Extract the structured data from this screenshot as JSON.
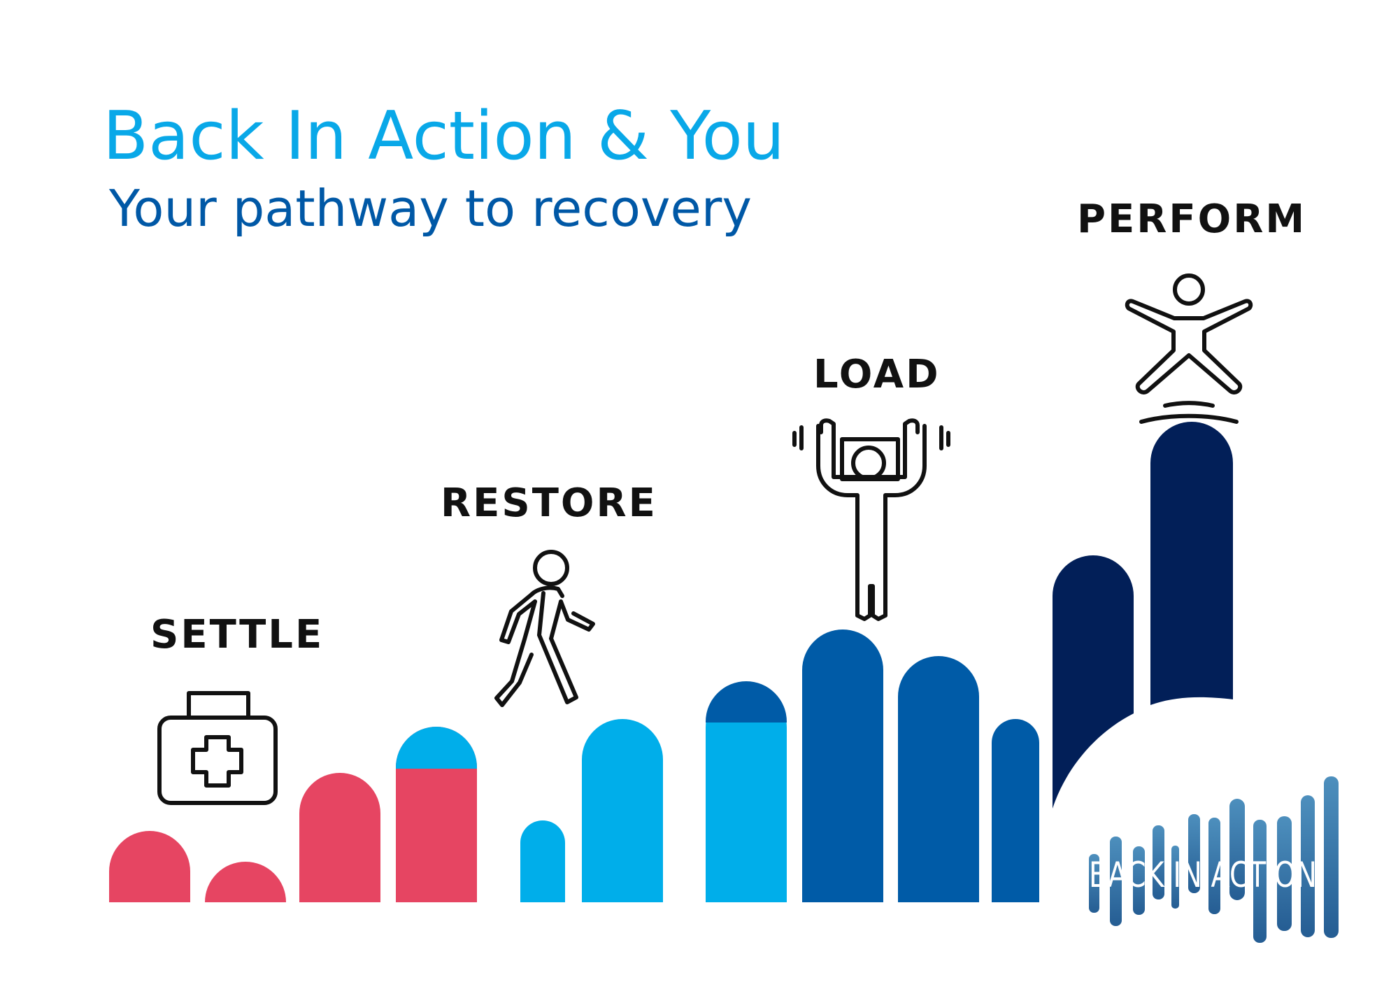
{
  "title": "Back In Action & You",
  "subtitle": "Your pathway to recovery",
  "stages": [
    {
      "label": "SETTLE",
      "icon": "first-aid-kit-icon"
    },
    {
      "label": "RESTORE",
      "icon": "walking-person-icon"
    },
    {
      "label": "LOAD",
      "icon": "weightlifter-icon"
    },
    {
      "label": "PERFORM",
      "icon": "jumping-person-icon"
    }
  ],
  "logo": {
    "text": "BACK IN ACTION",
    "icon": "back-in-action-logo-icon"
  },
  "colors": {
    "title": "#09a8e8",
    "subtitle": "#0058a6",
    "settle": "#e64562",
    "restore": "#00aeea",
    "load": "#005ba7",
    "perform": "#021f58",
    "logo": "#2e5f93"
  }
}
